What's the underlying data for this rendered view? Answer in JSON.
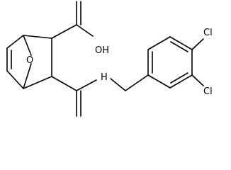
{
  "molecule": {
    "atom_labels": {
      "carboxyl_oxygen": "OH",
      "amide_nitrogen": "H",
      "chloro_upper": "Cl",
      "chloro_lower": "Cl"
    },
    "colors": {
      "bond": "#000000",
      "text": "#000000",
      "background": "#ffffff"
    }
  }
}
